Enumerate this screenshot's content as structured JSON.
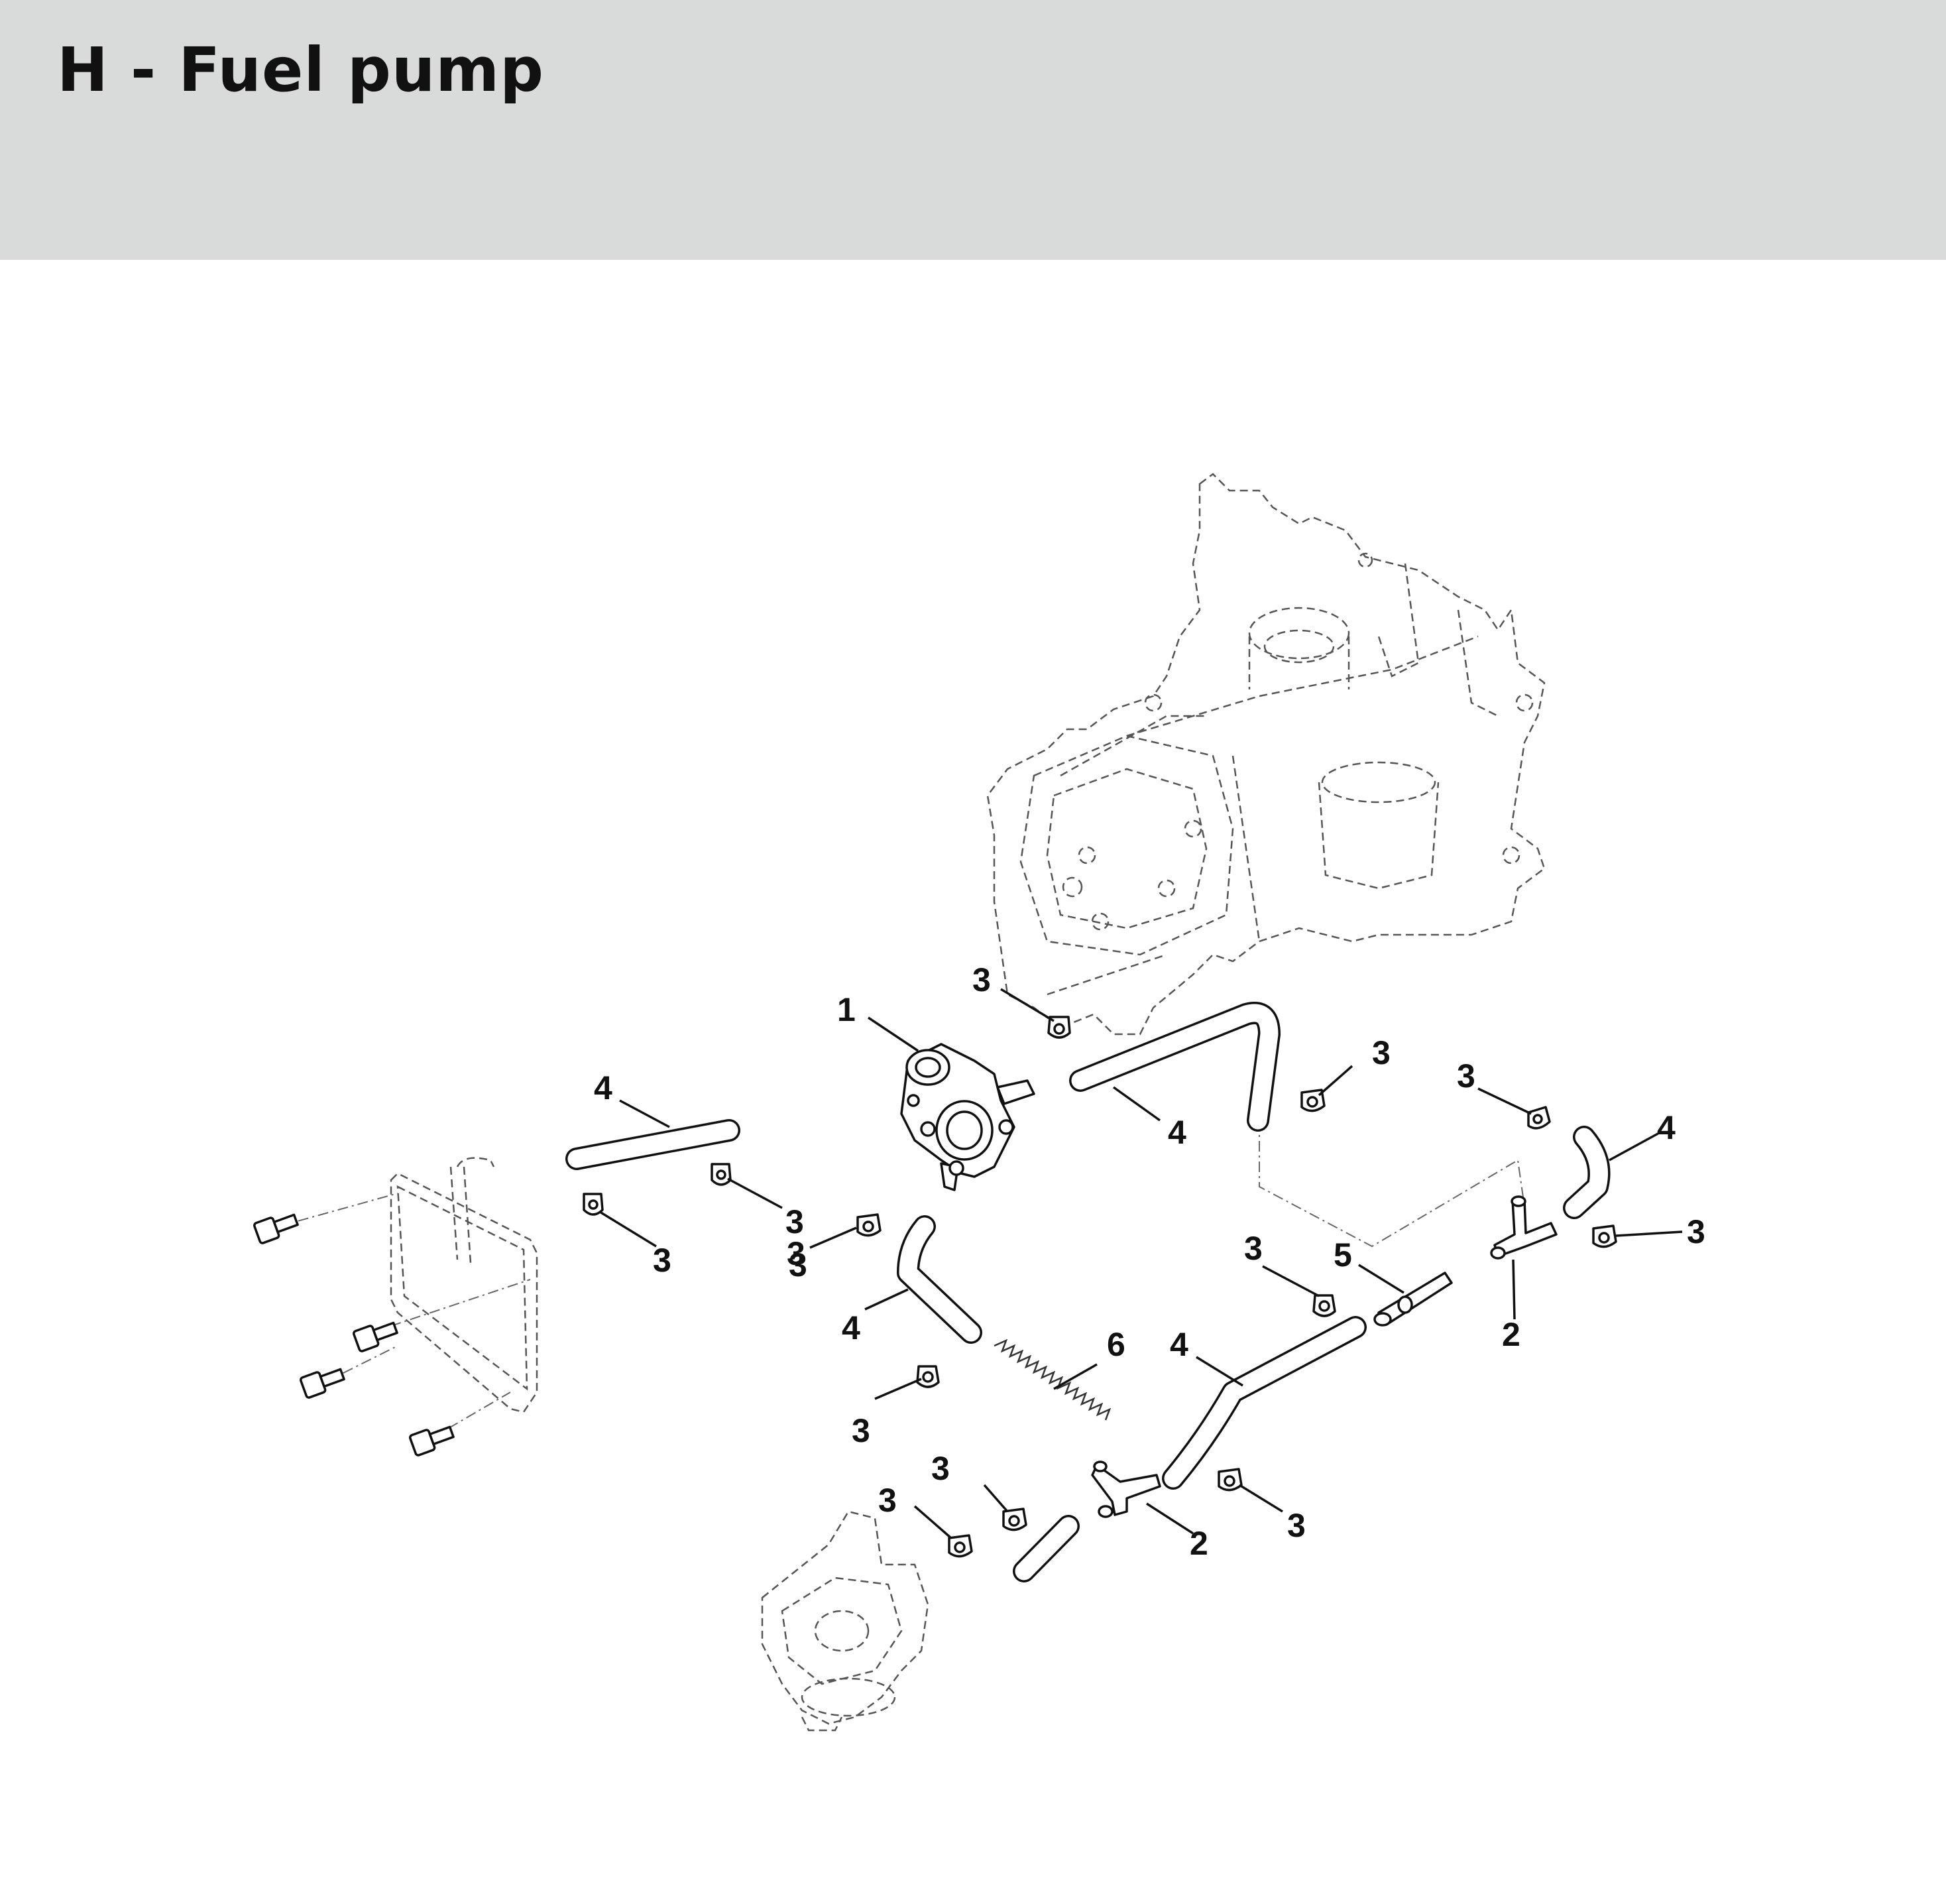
{
  "header": {
    "title": "H - Fuel pump",
    "background": "#d9dbda"
  },
  "callouts": [
    {
      "id": "c1",
      "label": "1"
    },
    {
      "id": "c2",
      "label": "3"
    },
    {
      "id": "c3",
      "label": "3"
    },
    {
      "id": "c4",
      "label": "4"
    },
    {
      "id": "c5",
      "label": "4"
    },
    {
      "id": "c6",
      "label": "3"
    },
    {
      "id": "c7",
      "label": "4"
    },
    {
      "id": "c8",
      "label": "3"
    },
    {
      "id": "c9",
      "label": "3"
    },
    {
      "id": "c10",
      "label": "3"
    },
    {
      "id": "c11",
      "label": "3"
    },
    {
      "id": "c12",
      "label": "4"
    },
    {
      "id": "c13",
      "label": "3"
    },
    {
      "id": "c14",
      "label": "5"
    },
    {
      "id": "c15",
      "label": "2"
    },
    {
      "id": "c16",
      "label": "3"
    },
    {
      "id": "c17",
      "label": "6"
    },
    {
      "id": "c18",
      "label": "4"
    },
    {
      "id": "c19",
      "label": "3"
    },
    {
      "id": "c20",
      "label": "3"
    },
    {
      "id": "c21",
      "label": "3"
    },
    {
      "id": "c22",
      "label": "2"
    },
    {
      "id": "c23",
      "label": "3"
    },
    {
      "id": "c24",
      "label": "3"
    }
  ]
}
